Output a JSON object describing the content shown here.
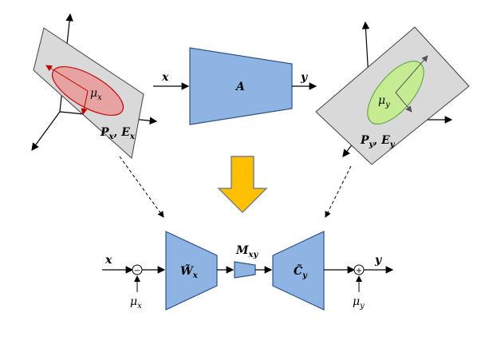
{
  "top": {
    "left_plane": {
      "mean_label": "μx",
      "basis_label": "Px, Ex"
    },
    "right_plane": {
      "mean_label": "μy",
      "basis_label": "Py, Ey"
    },
    "input_label": "x",
    "output_label": "y",
    "operator_label": "A"
  },
  "bottom": {
    "input_label": "x",
    "output_label": "y",
    "mean_in_label": "μx",
    "mean_out_label": "μy",
    "encoder_label": "W̃x",
    "mapping_label": "Mxy",
    "decoder_label": "C̃y",
    "subtract_symbol": "−",
    "add_symbol": "+"
  },
  "colors": {
    "block_fill": "#8eb4e3",
    "block_stroke": "#2f528f",
    "plane_fill": "#d9d9d9",
    "ellipse_red": "#e06666",
    "ellipse_green": "#b6e37a",
    "arrow_yellow": "#ffc000"
  }
}
